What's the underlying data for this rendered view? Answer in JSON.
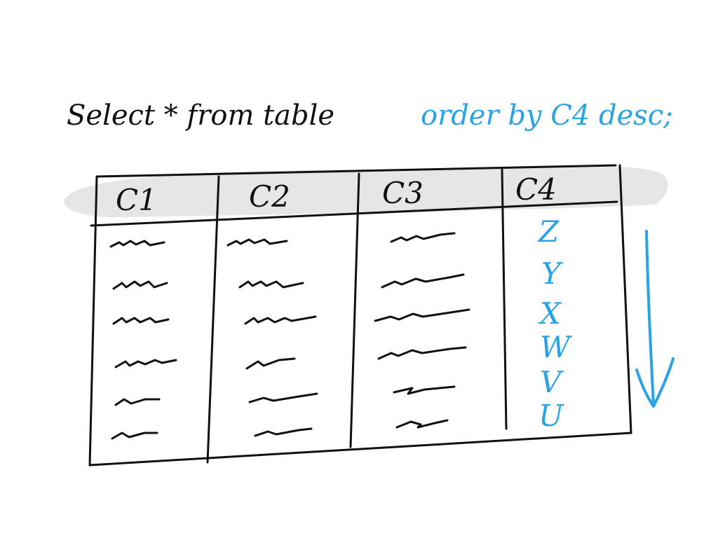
{
  "query": {
    "part1": "Select * from table",
    "part2": "order by C4 desc;"
  },
  "table": {
    "headers": [
      "C1",
      "C2",
      "C3",
      "C4"
    ],
    "c4_values": [
      "Z",
      "Y",
      "X",
      "W",
      "V",
      "U"
    ]
  },
  "colors": {
    "ink": "#111111",
    "accent": "#29a3e6",
    "header_fill": "#e6e6e6"
  },
  "icons": {
    "sort_direction": "arrow-down-icon"
  }
}
